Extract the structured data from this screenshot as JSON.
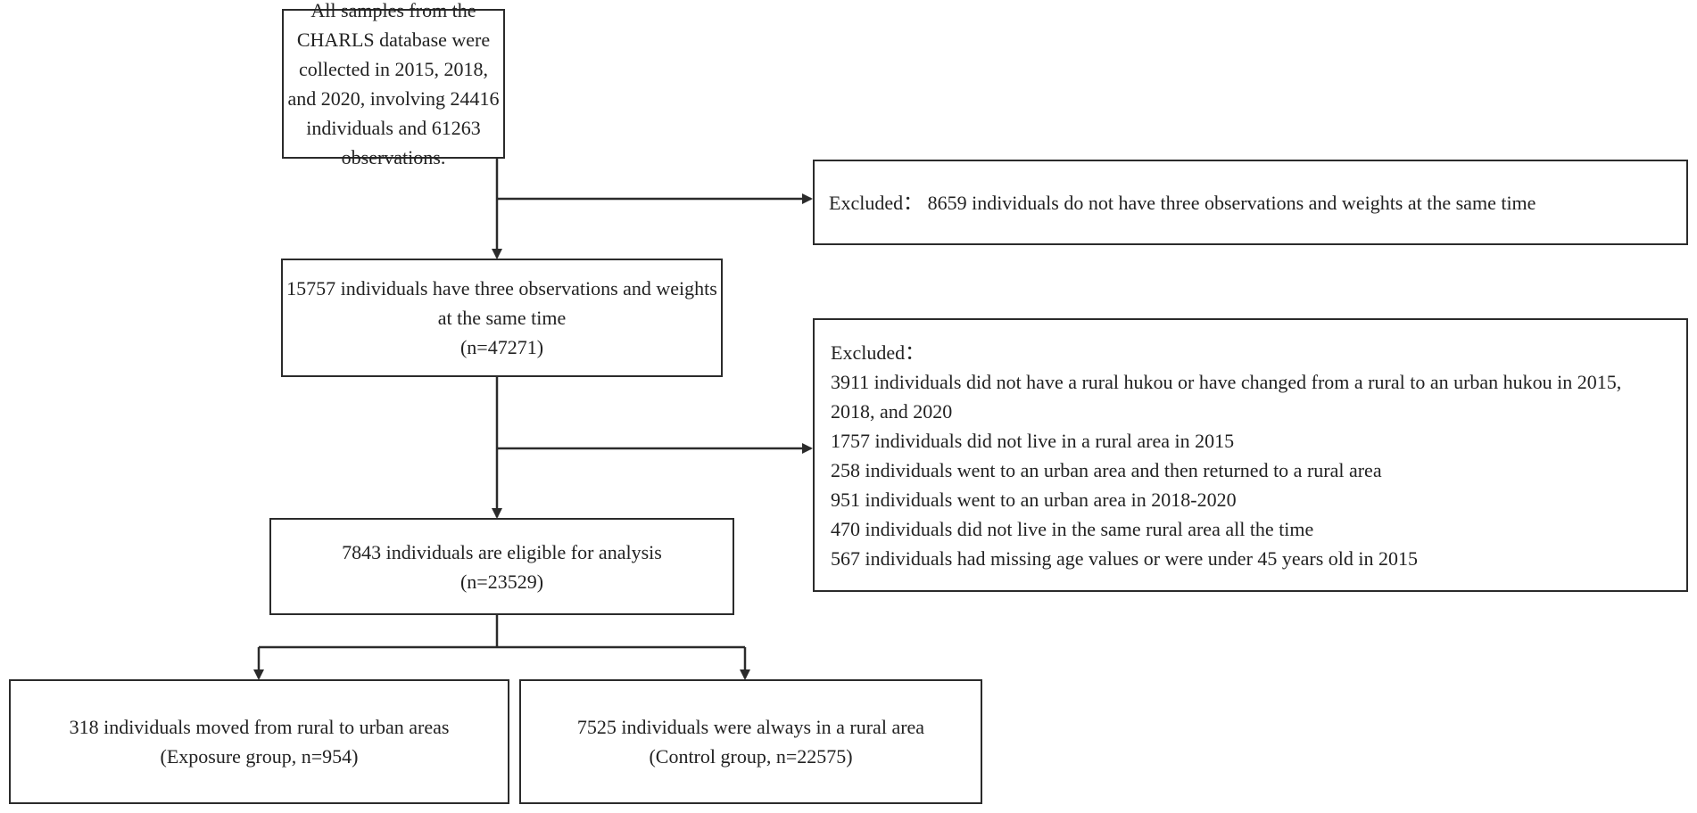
{
  "diagram": {
    "boxes": {
      "all_samples": [
        "All samples from the CHARLS database were collected in 2015, 2018, and 2020, involving 24416 individuals and 61263 observations."
      ],
      "three_observations": [
        "15757 individuals have three observations and weights at the same time",
        "(n=47271)"
      ],
      "eligible": [
        "7843 individuals are eligible for analysis",
        "(n=23529)"
      ],
      "exposure": [
        "318 individuals moved from rural to urban areas",
        "(Exposure group, n=954)"
      ],
      "control": [
        "7525 individuals were always in a rural area",
        "(Control group, n=22575)"
      ]
    },
    "exclusions": {
      "first": "Excluded： 8659 individuals do not have three observations and weights at the same time",
      "second_title": "Excluded：",
      "second_items": [
        "3911 individuals did not have a rural hukou or have changed from a rural to an urban hukou in 2015, 2018, and 2020",
        "1757 individuals did not live in a rural area in 2015",
        "258 individuals went to an urban area and then returned to a rural area",
        "951 individuals went to an urban area in 2018-2020",
        "470 individuals did not live in the same rural area all the time",
        "567 individuals had missing age values or were under 45 years old in 2015"
      ]
    }
  }
}
